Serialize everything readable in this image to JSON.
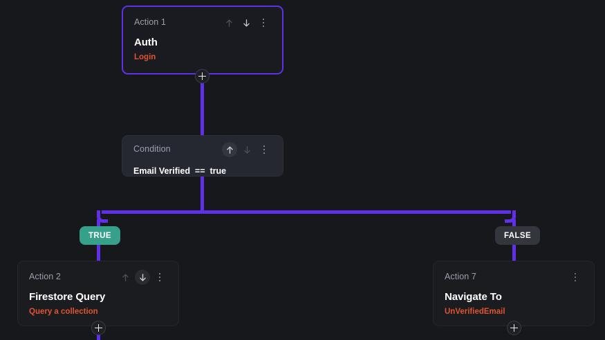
{
  "canvas": {
    "background": "#16181c",
    "connector_color": "#6030e8",
    "accent_orange": "#e0542c",
    "true_badge_color": "#36a08b",
    "false_badge_color": "#33363d"
  },
  "nodes": {
    "action1": {
      "kind": "Action 1",
      "title": "Auth",
      "subtitle": "Login",
      "move_up_icon": "arrow-up-icon",
      "move_down_icon": "arrow-down-icon",
      "menu_icon": "kebab-menu-icon"
    },
    "condition": {
      "kind": "Condition",
      "expression": "Email Verified  ==  true",
      "move_up_icon": "arrow-up-icon",
      "move_down_icon": "arrow-down-icon",
      "menu_icon": "kebab-menu-icon"
    },
    "action2": {
      "kind": "Action 2",
      "title": "Firestore Query",
      "subtitle": "Query a collection",
      "move_up_icon": "arrow-up-icon",
      "move_down_icon": "arrow-down-icon",
      "menu_icon": "kebab-menu-icon"
    },
    "action7": {
      "kind": "Action 7",
      "title": "Navigate To",
      "subtitle": "UnVerifiedEmail",
      "menu_icon": "kebab-menu-icon"
    }
  },
  "branches": {
    "true_label": "TRUE",
    "false_label": "FALSE"
  },
  "add_buttons": {
    "icon": "plus-icon",
    "label": "+"
  }
}
